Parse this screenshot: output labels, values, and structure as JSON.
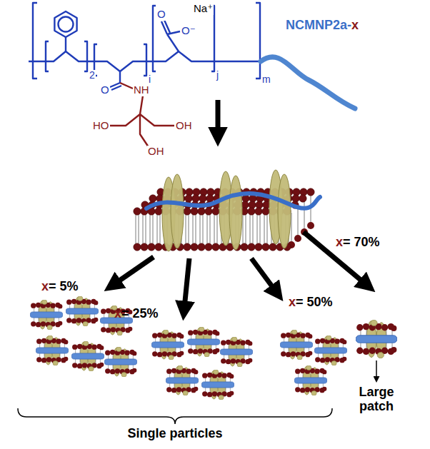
{
  "diagram": {
    "labels": [
      "Na⁺",
      "O",
      "O⁻",
      "O",
      "NH",
      "HO",
      "OH",
      "OH",
      "2",
      "i",
      "j",
      "m",
      "NCMNP2a-",
      "x",
      "x",
      "= 5%",
      "x",
      "= 25%",
      "x",
      "= 50%",
      "x",
      "= 70%",
      "Large patch",
      "Single particles"
    ]
  }
}
